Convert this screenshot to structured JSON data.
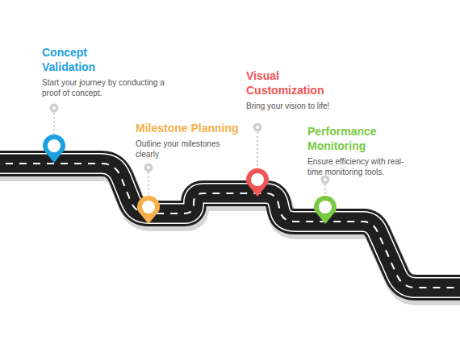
{
  "diagram": {
    "nodes": [
      {
        "text": [
          "Concept Validation",
          "Start your journey by conducting a proof of concept."
        ]
      },
      {
        "text": [
          "Milestone Planning",
          "Outline your milestones clearly"
        ]
      },
      {
        "text": [
          "Visual Customization",
          "Bring your vision to life!"
        ]
      },
      {
        "text": [
          "Performance Monitoring",
          "Ensure efficiency with real-time monitoring tools."
        ]
      }
    ]
  }
}
